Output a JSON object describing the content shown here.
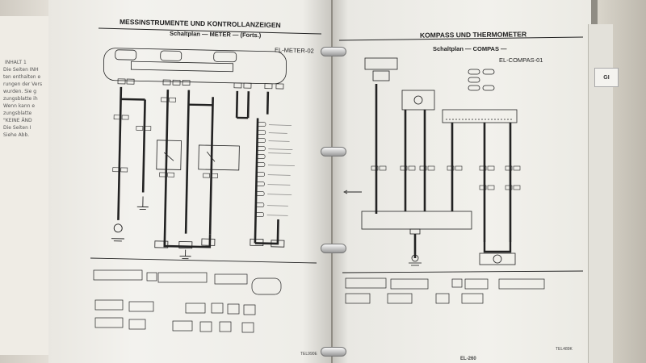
{
  "left_page": {
    "header_title": "MESSINSTRUMENTE UND KONTROLLANZEIGEN",
    "subtitle": "Schaltplan — METER — (Forts.)",
    "diagram_code": "EL-METER-02",
    "footer_code": "TEL990E"
  },
  "right_page": {
    "header_title": "KOMPASS UND THERMOMETER",
    "subtitle": "Schaltplan — COMPAS —",
    "diagram_code": "EL-COMPAS-01",
    "footer_code": "TEL489K",
    "bottom_page_code": "EL-260"
  },
  "left_edge_lines": [
    "INHALT 1",
    "Die Seiten INH",
    "ten enthalten e",
    "rungen der Vers",
    "wurden. Sie g",
    "zungsblatte ih",
    "Wenn kann e",
    "zungsblatte",
    "\"KEINE ÄND",
    "Die Seiten I",
    "Siehe Abb."
  ],
  "colors": {
    "page": "#f2f1ec",
    "ink": "#222222",
    "binder_ring": "#9a9a9a"
  },
  "icons": [
    "binder-ring-icon",
    "ground-symbol-icon",
    "connector-icon"
  ]
}
